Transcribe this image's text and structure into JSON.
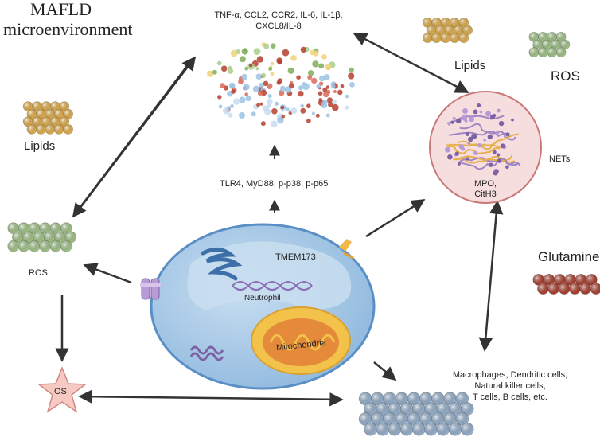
{
  "title": {
    "line1": "MAFLD",
    "line2": "microenvironment"
  },
  "cytokines": {
    "line1": "TNF-α, CCL2, CCR2, IL-6, IL-1β,",
    "line2": "CXCL8/IL-8"
  },
  "signaling": "TLR4, MyD88, p-p38, p-p65",
  "labels": {
    "lipids_left": "Lipids",
    "lipids_right": "Lipids",
    "ros_top_right": "ROS",
    "ros_left": "ROS",
    "nets": "NETs",
    "mpo_line1": "MPO,",
    "mpo_line2": "CitH3",
    "glutamine": "Glutamine",
    "os": "OS",
    "tmem": "TMEM173",
    "neutrophil": "Neutrophil",
    "mitochondria": "Mitochondria"
  },
  "immune_cells": {
    "line1": "Macrophages, Dendritic cells,",
    "line2": "Natural killer cells,",
    "line3": "T cells, B cells, etc."
  },
  "colors": {
    "lipid": "#f1b84a",
    "ros": "#a9cf8d",
    "glutamine": "#b5402f",
    "cell_body": "#9cc2e3",
    "cell_outline": "#5a8fc6",
    "nucleus": "#c9def0",
    "mito_outer": "#f2c24a",
    "mito_inner": "#e48a3a",
    "nets_fill": "#f7dede",
    "nets_outline": "#c97878",
    "os_star": "#f6c9c3",
    "arrow": "#333333"
  }
}
